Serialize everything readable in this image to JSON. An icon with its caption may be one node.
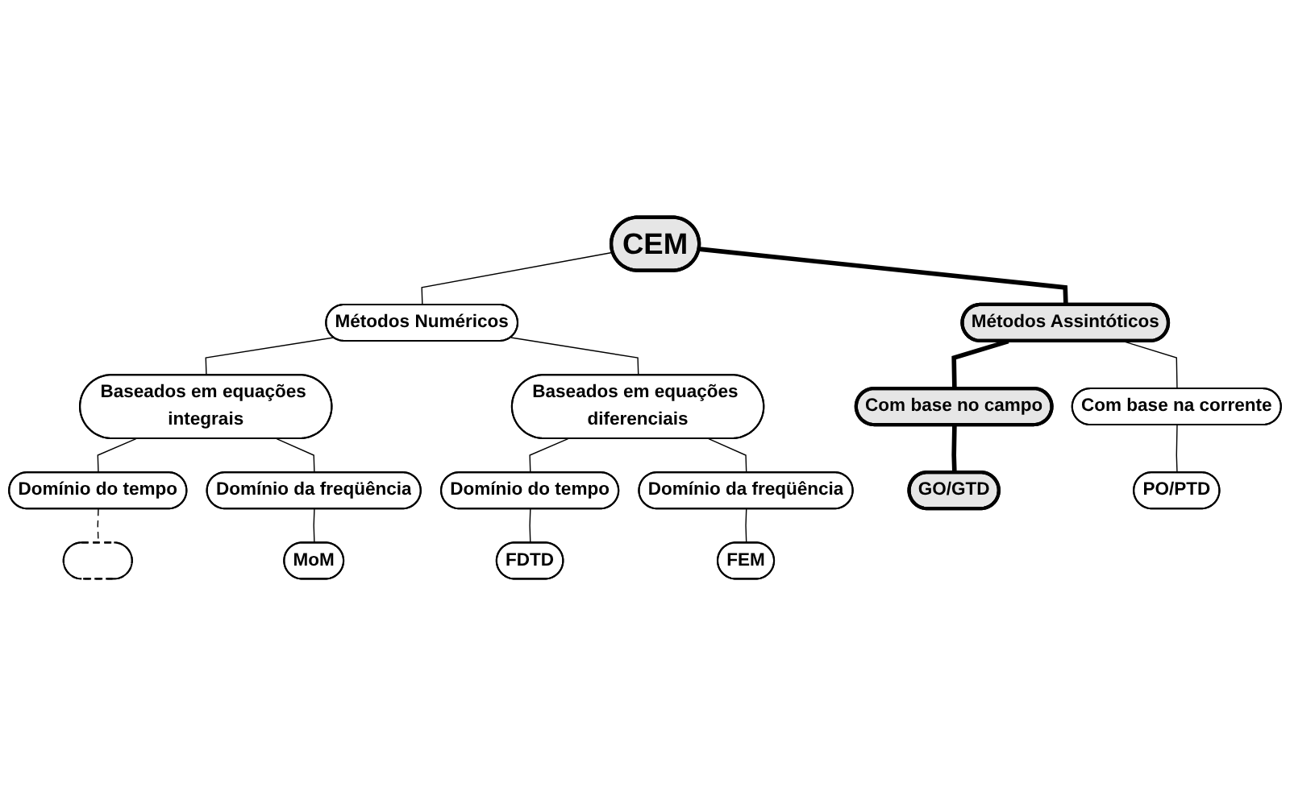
{
  "diagram": {
    "nodes": [
      {
        "text": [
          "CEM"
        ]
      },
      {
        "text": [
          "Métodos Numéricos"
        ]
      },
      {
        "text": [
          "Métodos Assintóticos"
        ]
      },
      {
        "text": [
          "Baseados em equações integrais"
        ]
      },
      {
        "text": [
          "Baseados em equações diferenciais"
        ]
      },
      {
        "text": [
          "Com base no campo"
        ]
      },
      {
        "text": [
          "Com base na corrente"
        ]
      },
      {
        "text": [
          "Domínio do tempo"
        ]
      },
      {
        "text": [
          "Domínio da freqüência"
        ]
      },
      {
        "text": [
          "Domínio do tempo"
        ]
      },
      {
        "text": [
          "Domínio da freqüência"
        ]
      },
      {
        "text": [
          "GO/GTD"
        ]
      },
      {
        "text": [
          "PO/PTD"
        ]
      },
      {
        "text": [],
        "shape": "ellipse"
      },
      {
        "text": [
          "MoM"
        ]
      },
      {
        "text": [
          "FDTD"
        ]
      },
      {
        "text": [
          "FEM"
        ]
      }
    ],
    "edges": [
      {
        "from": 0,
        "to": 1,
        "arrow": "none"
      },
      {
        "from": 0,
        "to": 2,
        "arrow": "none",
        "style": "thick"
      },
      {
        "from": 1,
        "to": 3,
        "arrow": "none"
      },
      {
        "from": 1,
        "to": 4,
        "arrow": "none"
      },
      {
        "from": 2,
        "to": 5,
        "arrow": "none",
        "style": "thick"
      },
      {
        "from": 2,
        "to": 6,
        "arrow": "none"
      },
      {
        "from": 3,
        "to": 7,
        "arrow": "none"
      },
      {
        "from": 3,
        "to": 8,
        "arrow": "none"
      },
      {
        "from": 4,
        "to": 9,
        "arrow": "none"
      },
      {
        "from": 4,
        "to": 10,
        "arrow": "none"
      },
      {
        "from": 5,
        "to": 11,
        "arrow": "none",
        "style": "thick"
      },
      {
        "from": 6,
        "to": 12,
        "arrow": "none"
      },
      {
        "from": 7,
        "to": 13,
        "arrow": "none",
        "style": "dashed"
      },
      {
        "from": 8,
        "to": 14,
        "arrow": "none"
      },
      {
        "from": 9,
        "to": 15,
        "arrow": "none"
      },
      {
        "from": 10,
        "to": 16,
        "arrow": "none"
      }
    ]
  }
}
